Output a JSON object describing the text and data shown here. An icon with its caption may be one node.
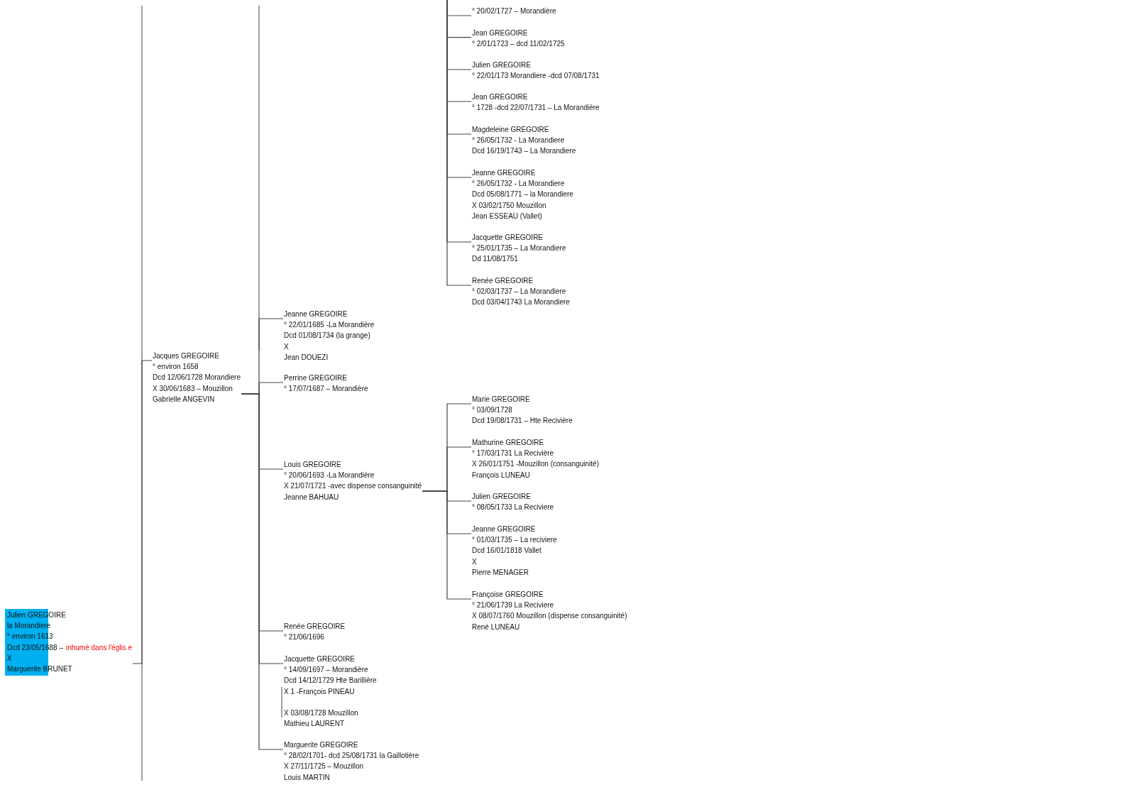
{
  "diagram": {
    "nodes": [
      {
        "text": [
          "Julien GREGOIRE",
          "la Morandiere",
          "° environ 1613",
          "Dcd 23/05/1688 –",
          "inhumé dans l'églis e",
          "X",
          "Marguerite BRUNET"
        ]
      },
      {
        "text": [
          "Jacques GREGOIRE",
          "° environ 1658",
          "Dcd 12/06/1728 Morandiere",
          "X 30/06/1683 – Mouzillon",
          "Gabrielle ANGEVIN"
        ]
      },
      {
        "text": [
          "Jeanne GREGOIRE",
          "° 22/01/1685 -La Morandière",
          "Dcd 01/08/1734 (la grange)",
          "X",
          "Jean DOUEZI"
        ]
      },
      {
        "text": [
          "Perrine GREGOIRE",
          "° 17/07/1687 – Morandière"
        ]
      },
      {
        "text": [
          "Louis GREGOIRE",
          "° 20/06/1693 -La Morandière",
          "X 21/07/1721 -avec dispense consanguinité",
          "Jeanne BAHUAU"
        ]
      },
      {
        "text": [
          "Renée GREGOIRE",
          "° 21/06/1696"
        ]
      },
      {
        "text": [
          "Jacquette GREGOIRE",
          "° 14/09/1697 – Morandière",
          "Dcd 14/12/1729 Hte Barillière",
          "X 1 -François PINEAU",
          "X 03/08/1728 Mouzillon",
          "Mathieu LAURENT"
        ]
      },
      {
        "text": [
          "Marguerite GREGOIRE",
          "° 28/02/1701- dcd 25/08/1731 la Gaillotière",
          "X 27/11/1725 – Mouzillon",
          "Louis MARTIN"
        ]
      },
      {
        "text": [
          "° 20/02/1727 – Morandière"
        ]
      },
      {
        "text": [
          "Jean GREGOIRE",
          "°  2/01/1723 – dcd 11/02/1725"
        ]
      },
      {
        "text": [
          "Julien GREGOIRE",
          "° 22/01/173 Morandiere -dcd 07/08/1731"
        ]
      },
      {
        "text": [
          "Jean GREGOIRE",
          "° 1728 -dcd 22/07/1731 – La Morandière"
        ]
      },
      {
        "text": [
          "Magdeleine GREGOIRE",
          "° 26/05/1732 - La Morandiere",
          "Dcd 16/19/1743 – La Morandiere"
        ]
      },
      {
        "text": [
          "Jeanne GREGOIRE",
          "° 26/05/1732 - La Morandiere",
          "Dcd 05/08/1771 – la Morandiere",
          "X 03/02/1750 Mouzillon",
          "Jean ESSEAU (Vallet)"
        ]
      },
      {
        "text": [
          "Jacquette GREGOIRE",
          "° 25/01/1735 – La Morandiere",
          "Dd 11/08/1751"
        ]
      },
      {
        "text": [
          "Renée GREGOIRE",
          "° 02/03/1737 – La Morandiere",
          "Dcd 03/04/1743 La Morandiere"
        ]
      },
      {
        "text": [
          "Marie GREGOIRE",
          "° 03/09/1728",
          "Dcd 19/08/1731 – Hte Recivière"
        ]
      },
      {
        "text": [
          "Mathurine GREGOIRE",
          "° 17/03/1731 La Recivière",
          "X 26/01/1751 -Mouzillon (consanguinité)",
          "François LUNEAU"
        ]
      },
      {
        "text": [
          "Julien GREGOIRE",
          "°  08/05/1733 La Reciviere"
        ]
      },
      {
        "text": [
          "Jeanne GREGOIRE",
          "° 01/03/1735 – La reciviere",
          "Dcd 16/01/1818  Vallet",
          "X",
          "Pierre MENAGER"
        ]
      },
      {
        "text": [
          "Françoise GREGOIRE",
          "° 21/06/1739 La Reciviere",
          "X 08/07/1760 Mouzillon (dispense consanguinité)",
          "René LUNEAU"
        ]
      }
    ],
    "edges": [
      {
        "from": 0,
        "to": 1,
        "arrow": "none"
      },
      {
        "from": 1,
        "to": 2,
        "arrow": "none"
      },
      {
        "from": 1,
        "to": 3,
        "arrow": "none"
      },
      {
        "from": 1,
        "to": 4,
        "arrow": "none"
      },
      {
        "from": 1,
        "to": 5,
        "arrow": "none"
      },
      {
        "from": 1,
        "to": 6,
        "arrow": "none"
      },
      {
        "from": 1,
        "to": 7,
        "arrow": "none"
      },
      {
        "from": null,
        "to": 8,
        "arrow": "none"
      },
      {
        "from": null,
        "to": 9,
        "arrow": "none"
      },
      {
        "from": null,
        "to": 10,
        "arrow": "none"
      },
      {
        "from": null,
        "to": 11,
        "arrow": "none"
      },
      {
        "from": null,
        "to": 12,
        "arrow": "none"
      },
      {
        "from": null,
        "to": 13,
        "arrow": "none"
      },
      {
        "from": null,
        "to": 14,
        "arrow": "none"
      },
      {
        "from": null,
        "to": 15,
        "arrow": "none"
      },
      {
        "from": 4,
        "to": 16,
        "arrow": "none"
      },
      {
        "from": 4,
        "to": 17,
        "arrow": "none"
      },
      {
        "from": 4,
        "to": 18,
        "arrow": "none"
      },
      {
        "from": 4,
        "to": 19,
        "arrow": "none"
      },
      {
        "from": 4,
        "to": 20,
        "arrow": "none"
      }
    ]
  }
}
